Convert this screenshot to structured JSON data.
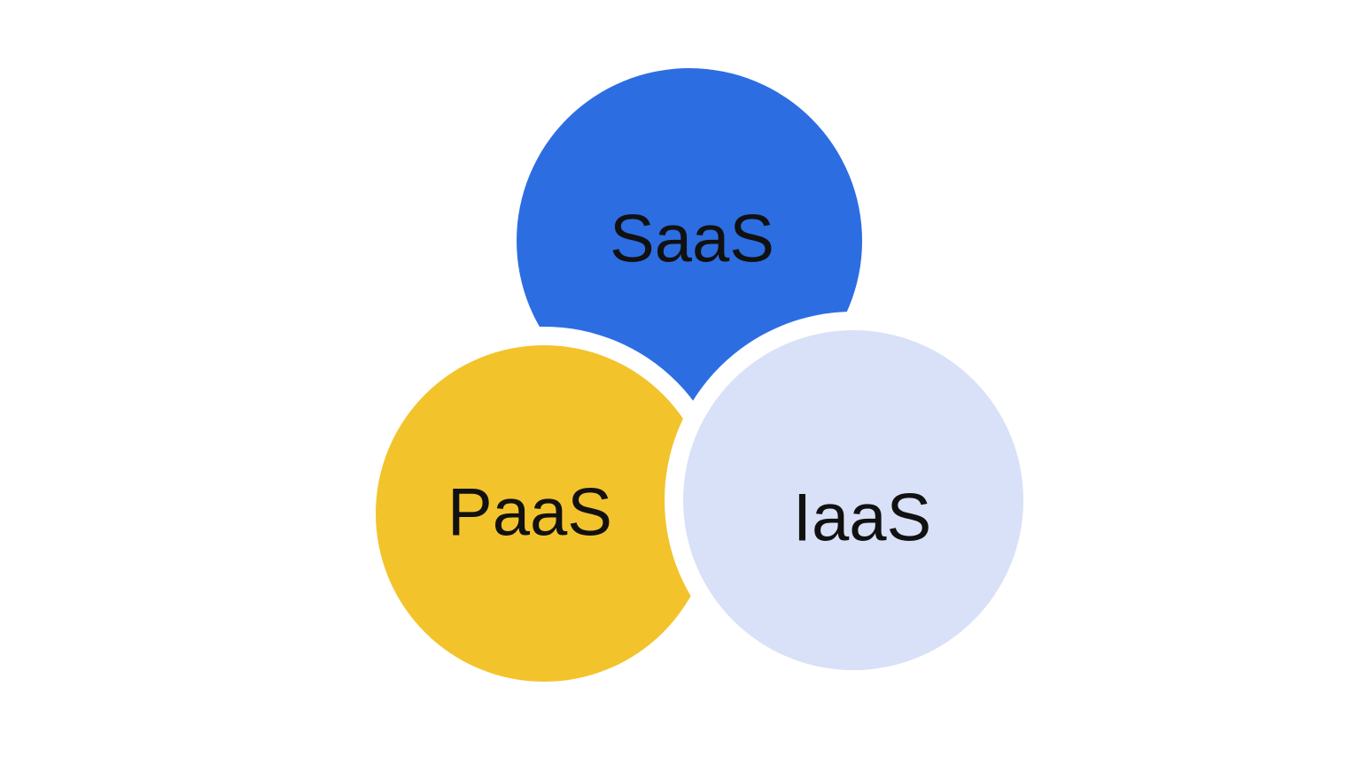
{
  "page": {
    "background_color": "#ffffff"
  },
  "diagram": {
    "outline_color": "#ffffff",
    "label_color": "#111111",
    "nodes": [
      {
        "id": "saas",
        "label": "SaaS",
        "color": "#2d6de2"
      },
      {
        "id": "paas",
        "label": "PaaS",
        "color": "#f3c32c"
      },
      {
        "id": "iaas",
        "label": "IaaS",
        "color": "#d8e1f7"
      }
    ]
  }
}
